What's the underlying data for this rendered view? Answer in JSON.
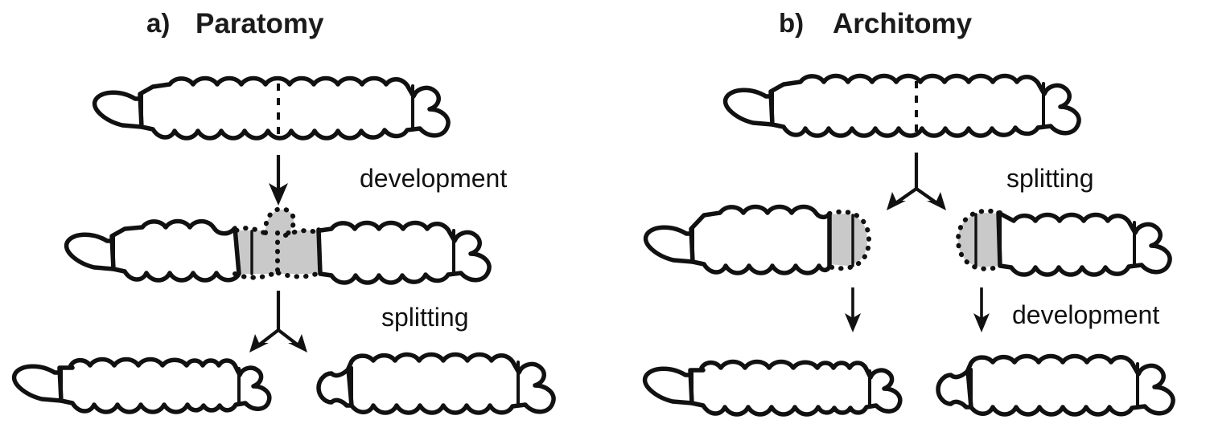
{
  "figure": {
    "background_color": "#ffffff",
    "ink_color": "#111111",
    "regeneration_fill_color": "#c9c9c9"
  },
  "panels": [
    {
      "id": "panel-a",
      "letter": "a)",
      "title": "Paratomy",
      "steps": [
        {
          "id": "step-development",
          "label": "development",
          "arrow": "single-down"
        },
        {
          "id": "step-splitting",
          "label": "splitting",
          "arrow": "branching-down"
        }
      ],
      "stages": [
        {
          "id": "stage-intact-worm",
          "name": "intact worm with fission zone",
          "worms": 1,
          "marker": "dashed-fission-line"
        },
        {
          "id": "stage-developed-worm",
          "name": "worm with developed regeneration zone and head bud",
          "worms": 1,
          "marker": "gray-regeneration-zone"
        },
        {
          "id": "stage-two-daughters",
          "name": "two separated daughter worms",
          "worms": 2,
          "marker": "none"
        }
      ]
    },
    {
      "id": "panel-b",
      "letter": "b)",
      "title": "Architomy",
      "steps": [
        {
          "id": "step-splitting",
          "label": "splitting",
          "arrow": "branching-down"
        },
        {
          "id": "step-development",
          "label": "development",
          "arrow": "double-down"
        }
      ],
      "stages": [
        {
          "id": "stage-intact-worm",
          "name": "intact worm with fission zone",
          "worms": 1,
          "marker": "dashed-fission-line"
        },
        {
          "id": "stage-two-fragments",
          "name": "two fragments with gray regeneration blastemas",
          "worms": 2,
          "marker": "gray-regeneration-zone"
        },
        {
          "id": "stage-two-daughters",
          "name": "two regenerated daughter worms",
          "worms": 2,
          "marker": "none"
        }
      ]
    }
  ]
}
